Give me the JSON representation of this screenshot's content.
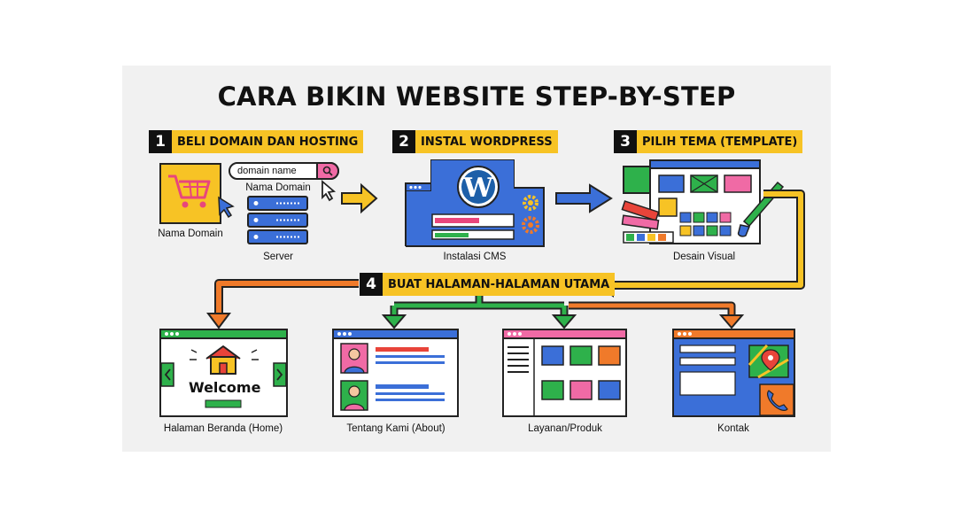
{
  "title": "CARA BIKIN WEBSITE STEP-BY-STEP",
  "steps": [
    {
      "number": "1",
      "label": "BELI DOMAIN DAN HOSTING"
    },
    {
      "number": "2",
      "label": "INSTAL WORDPRESS"
    },
    {
      "number": "3",
      "label": "PILIH TEMA (TEMPLATE)"
    },
    {
      "number": "4",
      "label": "BUAT HALAMAN-HALAMAN UTAMA"
    }
  ],
  "step1": {
    "search_text": "domain name",
    "captions": [
      "Nama Domain",
      "Nama Domain",
      "Server"
    ]
  },
  "step2": {
    "caption": "Instalasi CMS"
  },
  "step3": {
    "caption": "Desain Visual"
  },
  "pages": [
    {
      "caption": "Halaman Beranda (Home)",
      "welcome_text": "Welcome"
    },
    {
      "caption": "Tentang Kami (About)"
    },
    {
      "caption": "Layanan/Produk"
    },
    {
      "caption": "Kontak"
    }
  ],
  "colors": {
    "yellow": "#f7c325",
    "blue": "#3b6fd8",
    "green": "#2eb14b",
    "orange": "#f07a2a",
    "pink": "#f06aa5",
    "red": "#e8443a"
  },
  "icons": [
    "shopping-cart-icon",
    "cursor-icon",
    "search-icon",
    "server-icon",
    "wordpress-icon",
    "gear-icon",
    "paint-brush-icon",
    "palette-icon",
    "house-icon",
    "avatar-icon",
    "map-pin-icon",
    "phone-icon"
  ]
}
